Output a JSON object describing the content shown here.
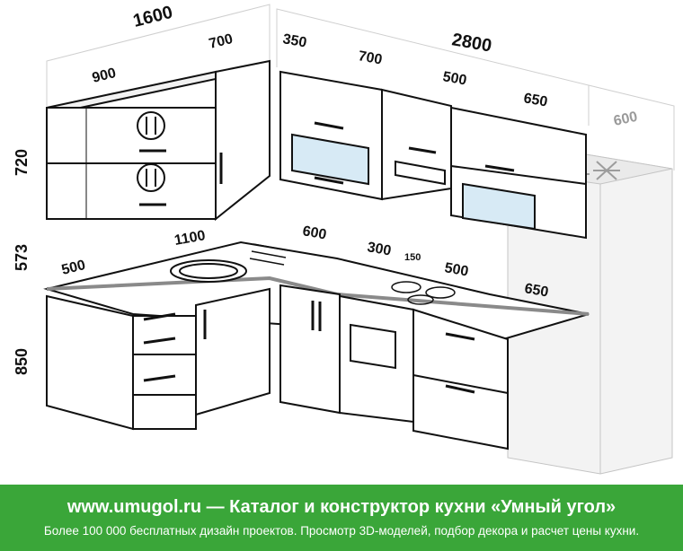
{
  "diagram": {
    "dimensions": {
      "total_left": "1600",
      "total_right": "2800",
      "upper_900": "900",
      "upper_700": "700",
      "upper_350": "350",
      "upper_700b": "700",
      "upper_500": "500",
      "upper_650": "650",
      "fridge_600": "600",
      "height_upper": "720",
      "height_gap": "573",
      "height_base": "850",
      "base_1100": "1100",
      "base_500": "500",
      "base_600": "600",
      "base_300": "300",
      "base_150": "150",
      "base_500b": "500",
      "base_650": "650"
    },
    "colors": {
      "line": "#111111",
      "fridge_guide": "#bdbdbd",
      "countertop": "#8a8a8a",
      "glass": "#d7eaf5",
      "footer": "#3aa639"
    }
  },
  "footer": {
    "site": "www.umugol.ru",
    "title_rest": " — Каталог и конструктор кухни «Умный угол»",
    "subtitle": "Более 100 000 бесплатных дизайн проектов. Просмотр 3D-моделей, подбор декора и расчет цены кухни."
  }
}
